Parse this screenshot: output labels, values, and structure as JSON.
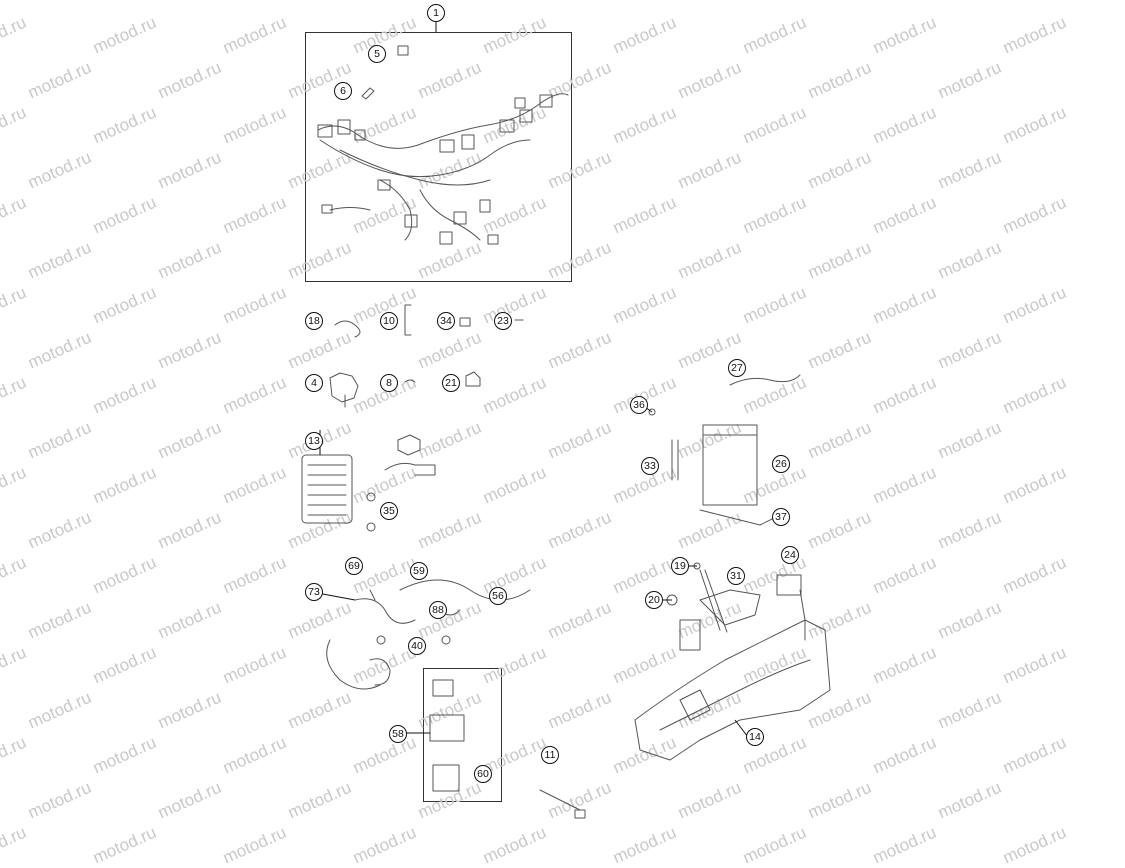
{
  "watermark": "motod.ru",
  "callouts": {
    "c1": "1",
    "c5": "5",
    "c6": "6",
    "c18": "18",
    "c10": "10",
    "c34": "34",
    "c23": "23",
    "c4": "4",
    "c8": "8",
    "c21": "21",
    "c13": "13",
    "c35": "35",
    "c69": "69",
    "c59": "59",
    "c73": "73",
    "c56": "56",
    "c88": "88",
    "c40": "40",
    "c58": "58",
    "c60": "60",
    "c11": "11",
    "c27": "27",
    "c36": "36",
    "c33": "33",
    "c26": "26",
    "c37": "37",
    "c19": "19",
    "c31": "31",
    "c24": "24",
    "c20": "20",
    "c14": "14"
  }
}
